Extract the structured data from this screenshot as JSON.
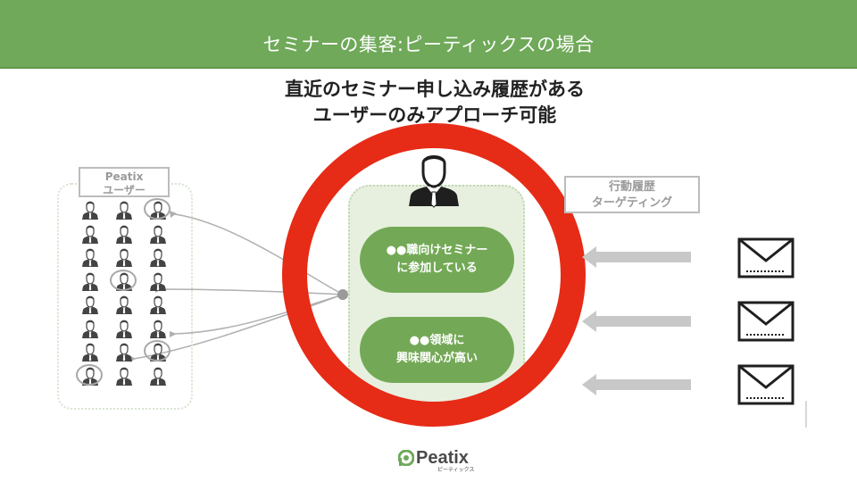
{
  "header": {
    "title": "セミナーの集客:ピーティックスの場合"
  },
  "headline": {
    "line1": "直近のセミナー申し込み履歴がある",
    "line2": "ユーザーのみアプローチ可能"
  },
  "users_panel": {
    "label_line1": "Peatix",
    "label_line2": "ユーザー",
    "grid_rows": 8,
    "grid_cols": 3,
    "highlighted_cells": [
      2,
      10,
      20,
      21
    ]
  },
  "target_panel": {
    "pill1_line1": "●●職向けセミナー",
    "pill1_line2": "に参加している",
    "pill2_line1": "●●領域に",
    "pill2_line2": "興味関心が高い"
  },
  "behavior": {
    "label_line1": "行動履歴",
    "label_line2": "ターゲティング"
  },
  "logo": {
    "name": "Peatix",
    "kana": "ピーティックス"
  },
  "colors": {
    "header_green": "#6fa959",
    "pill_green": "#73a956",
    "ring_red": "#e62b16",
    "panel_green": "#e7f0df"
  },
  "icons": [
    "person-icon",
    "businessman-icon",
    "envelope-icon",
    "arrow-left-icon",
    "peatix-logo-icon"
  ]
}
